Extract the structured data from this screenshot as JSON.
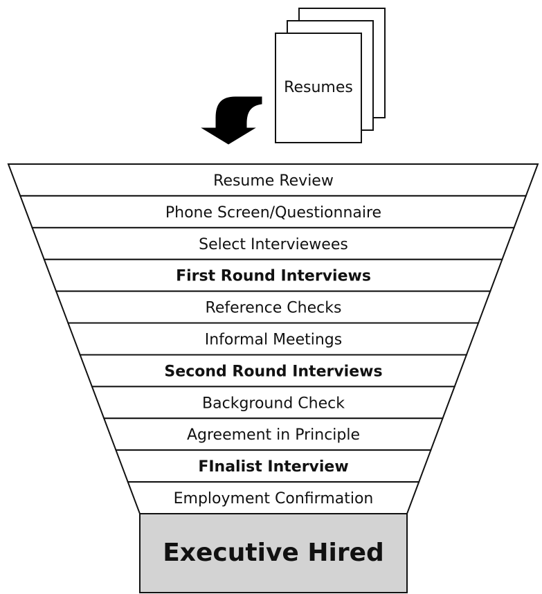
{
  "documents": {
    "label": "Resumes",
    "icon": "document-stack-icon"
  },
  "arrow": {
    "icon": "curved-down-arrow-icon"
  },
  "funnel": {
    "stages": [
      {
        "label": "Resume Review",
        "bold": false
      },
      {
        "label": "Phone Screen/Questionnaire",
        "bold": false
      },
      {
        "label": "Select Interviewees",
        "bold": false
      },
      {
        "label": "First Round Interviews",
        "bold": true
      },
      {
        "label": "Reference Checks",
        "bold": false
      },
      {
        "label": "Informal Meetings",
        "bold": false
      },
      {
        "label": "Second Round Interviews",
        "bold": true
      },
      {
        "label": "Background Check",
        "bold": false
      },
      {
        "label": "Agreement in Principle",
        "bold": false
      },
      {
        "label": "FInalist Interview",
        "bold": true
      },
      {
        "label": "Employment Confirmation",
        "bold": false
      }
    ]
  },
  "result": {
    "label": "Executive Hired",
    "fill": "#d3d3d3"
  },
  "colors": {
    "stroke": "#111111",
    "background": "#ffffff"
  }
}
